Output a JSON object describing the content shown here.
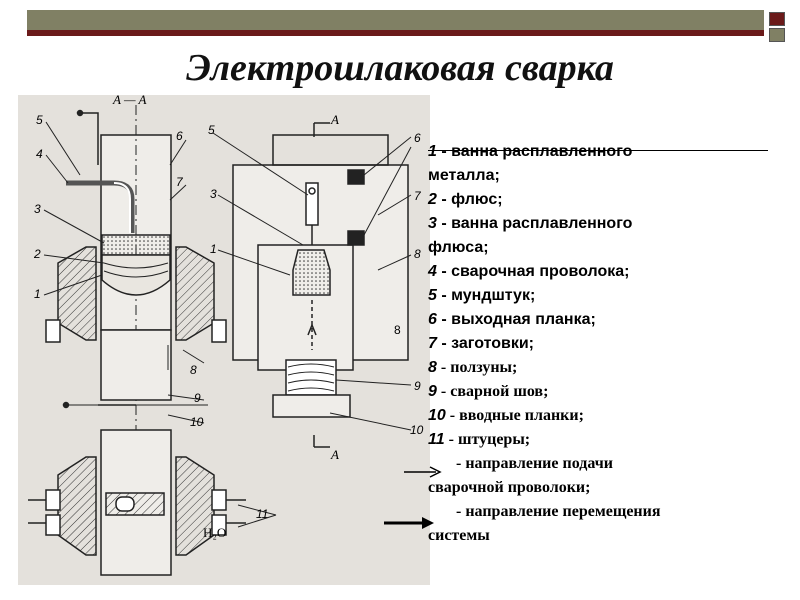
{
  "title": "Электрошлаковая сварка",
  "figure": {
    "section_label": "A — A",
    "cut_marker": "A",
    "water_label": "H₂O",
    "stray_number": "8",
    "left_callouts": [
      "5",
      "4",
      "3",
      "2",
      "1"
    ],
    "left_right_callouts": [
      "6",
      "7",
      "8",
      "9",
      "10",
      "11"
    ],
    "right_left_callouts": [
      "5",
      "3",
      "1"
    ],
    "right_right_callouts": [
      "6",
      "7",
      "8",
      "9",
      "10"
    ]
  },
  "legend": {
    "items": [
      {
        "num": "1",
        "text": " - ванна расплавленного"
      },
      {
        "num": "",
        "text": "металла;"
      },
      {
        "num": "2",
        "text": " - флюс;"
      },
      {
        "num": "3",
        "text": " - ванна расплавленного"
      },
      {
        "num": "",
        "text": "флюса;"
      },
      {
        "num": "4",
        "text": " - сварочная проволока;"
      },
      {
        "num": "5",
        "text": " - мундштук;"
      },
      {
        "num": "6",
        "text": " - выходная планка;"
      },
      {
        "num": "7",
        "text": " - заготовки;"
      },
      {
        "num": "8",
        "text": " - ползуны;"
      },
      {
        "num": "9",
        "text": " - сварной шов;"
      },
      {
        "num": "10",
        "text": " - вводные планки;"
      },
      {
        "num": "11",
        "text": " - штуцеры;"
      }
    ],
    "arrow_items": [
      " - направление подачи",
      "сварочной проволоки;",
      " - направление перемещения",
      "системы"
    ]
  }
}
